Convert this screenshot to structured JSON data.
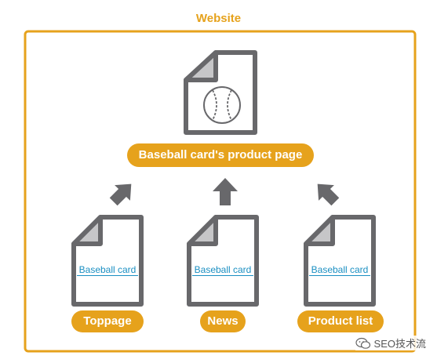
{
  "frame_title": "Website",
  "product_page_label": "Baseball card's product page",
  "icons": {
    "main_doc": "document-icon",
    "baseball": "baseball-icon",
    "arrow": "arrow-icon",
    "wechat": "wechat-icon"
  },
  "sources": [
    {
      "label": "Toppage",
      "link_text": "Baseball card",
      "arrow_direction": "up-right"
    },
    {
      "label": "News",
      "link_text": "Baseball card",
      "arrow_direction": "up"
    },
    {
      "label": "Product list",
      "link_text": "Baseball card",
      "arrow_direction": "up-left"
    }
  ],
  "watermark": "SEO技术流",
  "colors": {
    "accent": "#e6a21c",
    "doc_stroke": "#68686b",
    "doc_fold": "#c6c6c8",
    "link": "#1a8fc2"
  }
}
